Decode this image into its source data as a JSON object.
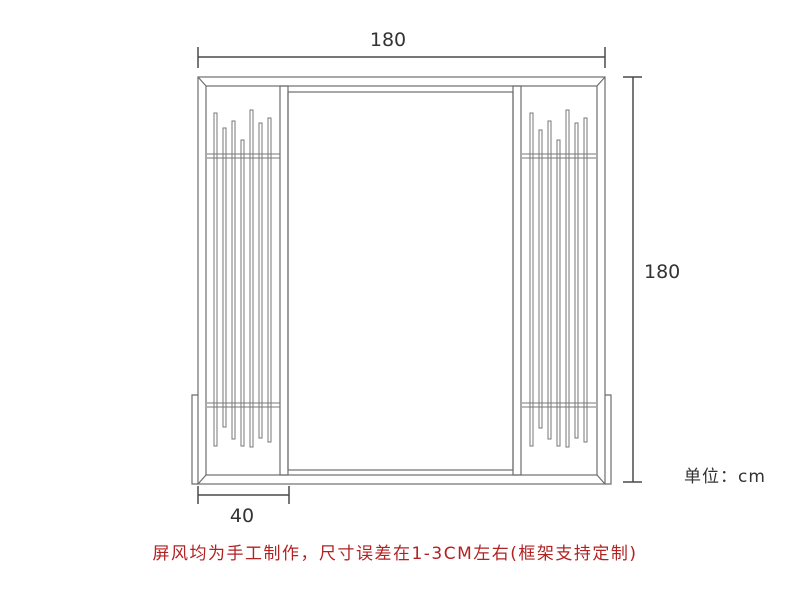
{
  "dimensions": {
    "width": "180",
    "height": "180",
    "side_panel_width": "40"
  },
  "unit_label": "单位：cm",
  "caption": "屏风均为手工制作，尺寸误差在1-3CM左右(框架支持定制)",
  "colors": {
    "frame": "#6d6d6d",
    "rod": "#777777",
    "dimension_line": "#4a4a4a",
    "text": "#333333",
    "caption": "#b22222"
  }
}
